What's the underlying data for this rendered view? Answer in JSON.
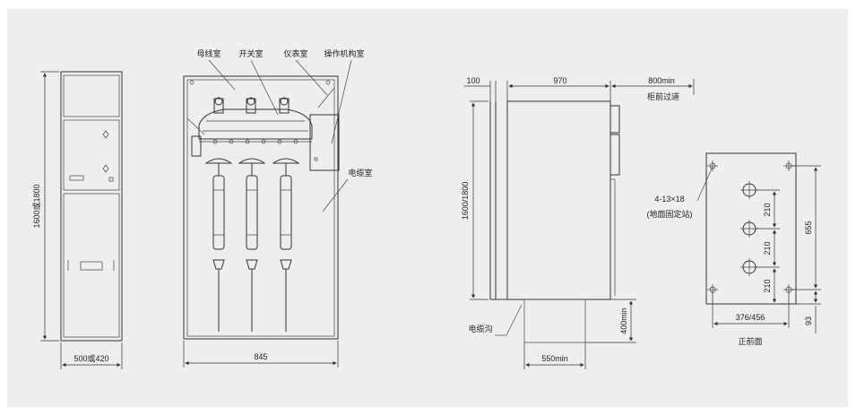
{
  "front_view": {
    "height_label": "1600或1800",
    "width_label": "500或420"
  },
  "side_section": {
    "labels": {
      "busbar": "母线室",
      "switch": "开关室",
      "instrument": "仪表室",
      "mechanism": "操作机构室",
      "cable": "电缆室"
    },
    "width_label": "845"
  },
  "install_view": {
    "dim_100": "100",
    "dim_970": "970",
    "dim_front": "800min",
    "front_passage": "柜前过道",
    "height_label": "1600/1800",
    "trench_label": "电缆沟",
    "trench_depth": "400min",
    "trench_width": "550min"
  },
  "base_plan": {
    "holes_label": "4-13×18",
    "holes_note": "(地面固定站)",
    "dim_210_a": "210",
    "dim_210_b": "210",
    "dim_210_c": "210",
    "dim_655": "655",
    "dim_93": "93",
    "width_label": "376/456",
    "front_label": "正前面"
  }
}
